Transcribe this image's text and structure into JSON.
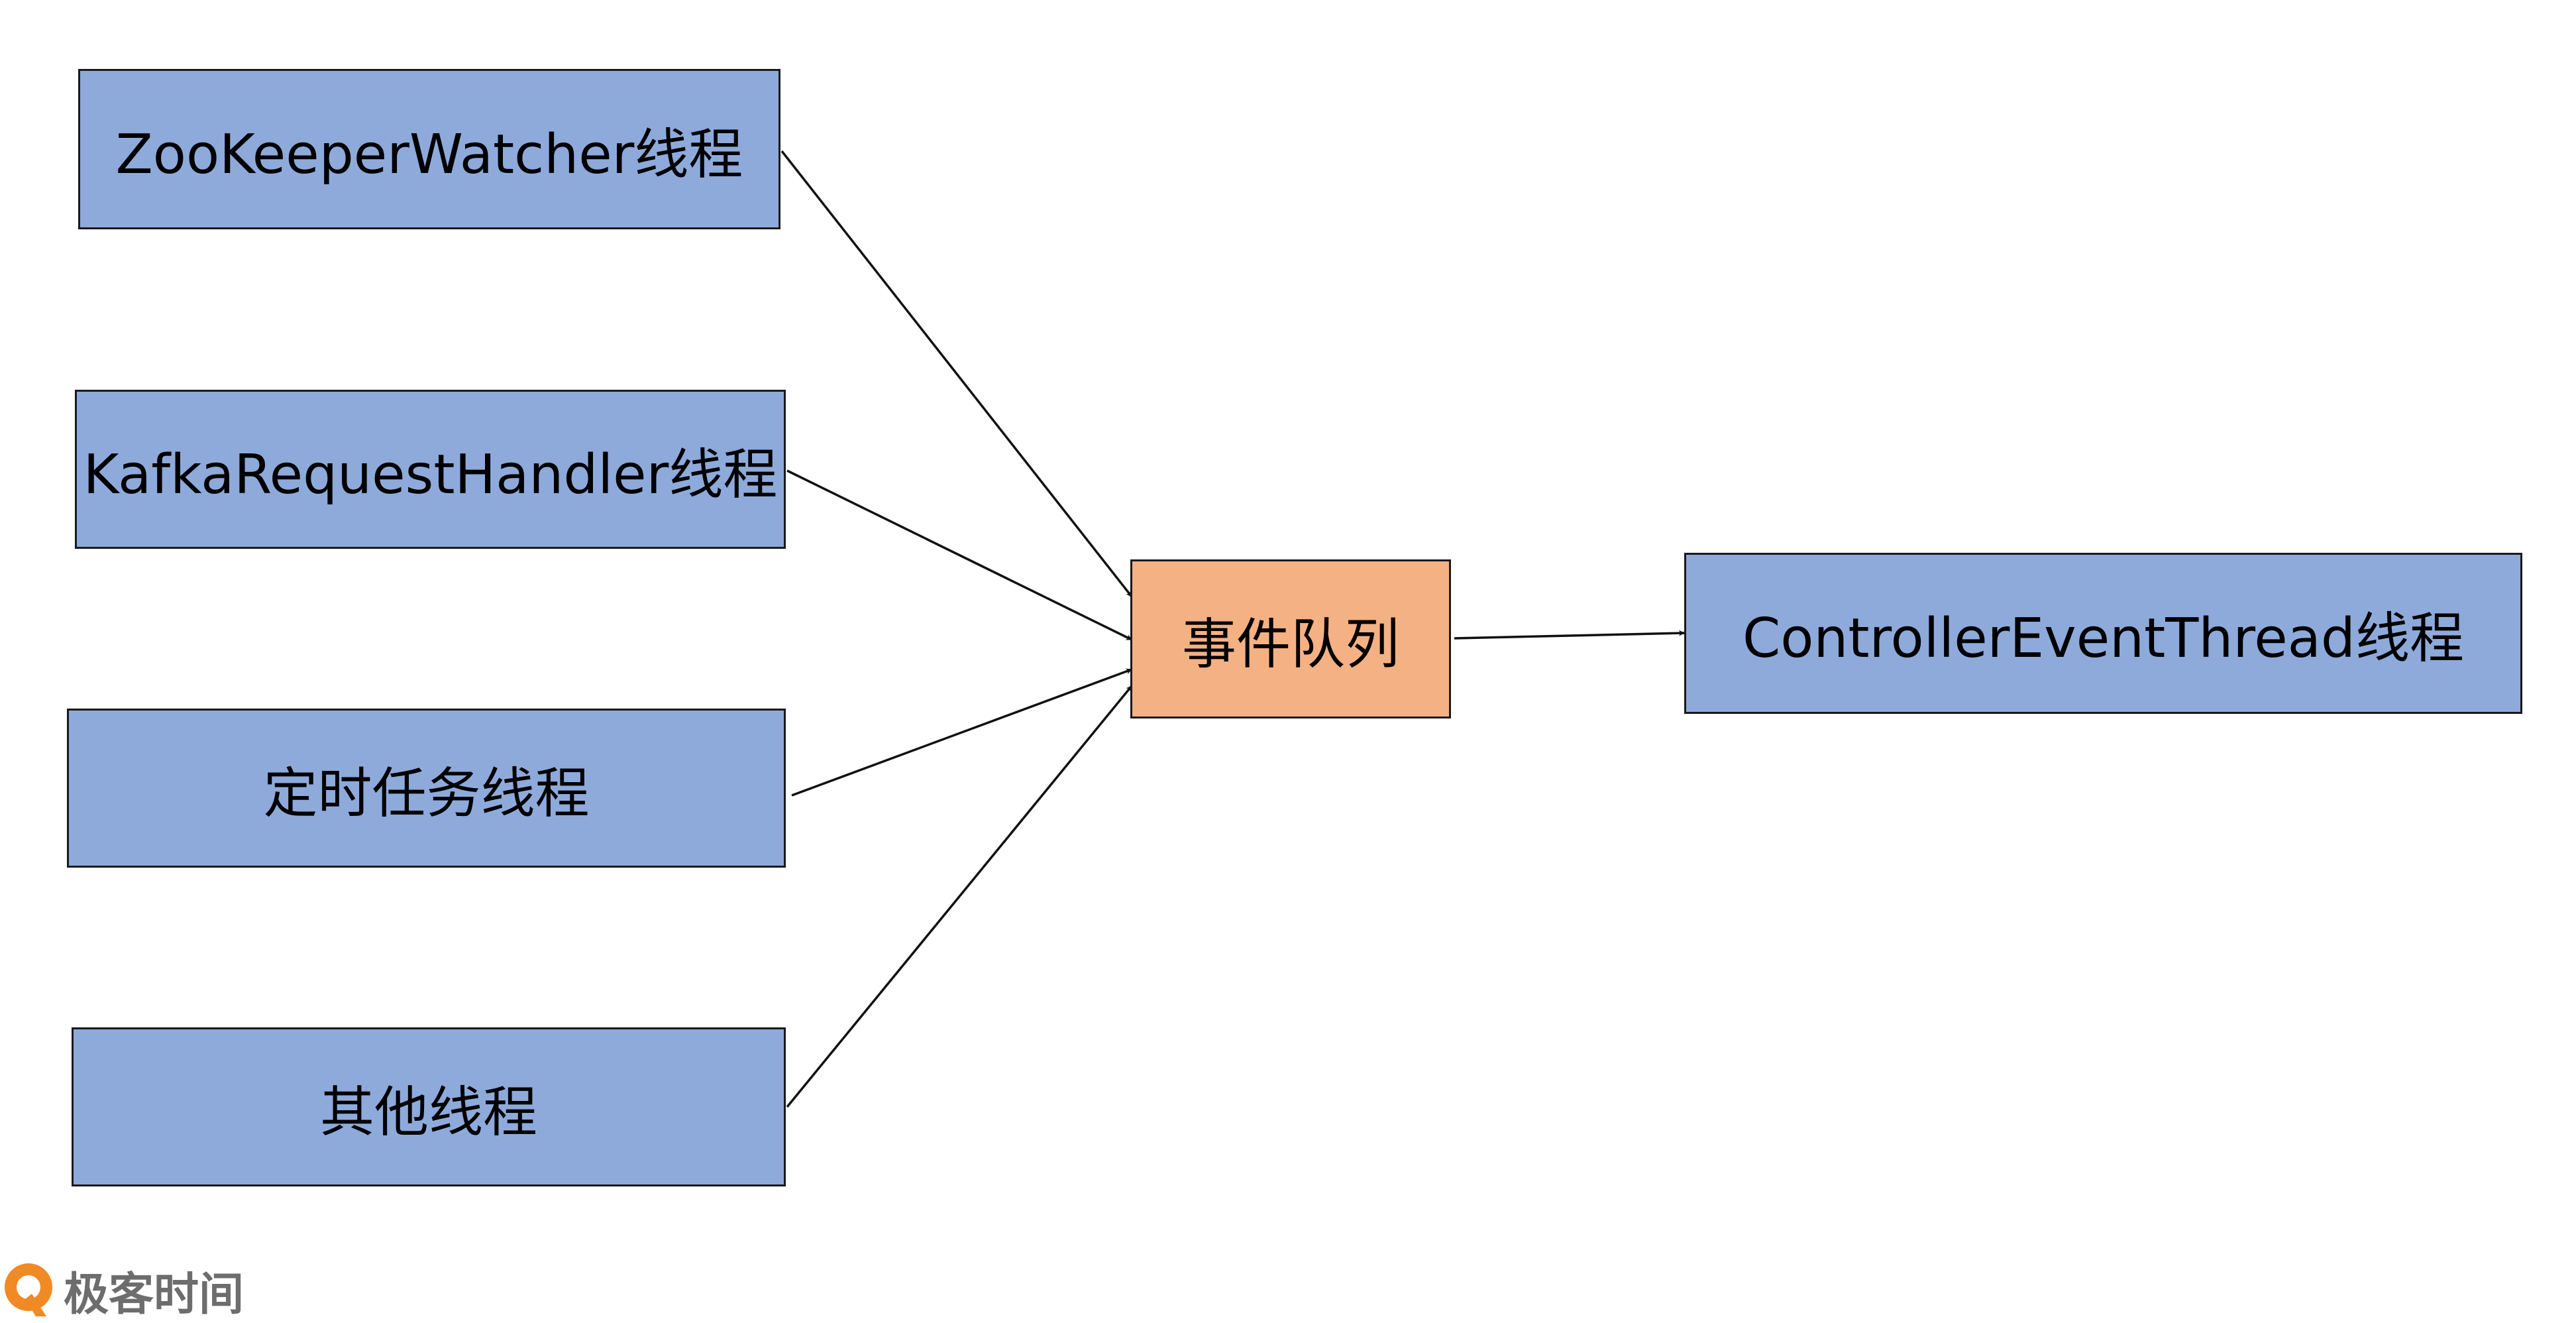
{
  "nodes": {
    "zk": "ZooKeeperWatcher线程",
    "kafka": "KafkaRequestHandler线程",
    "timer": "定时任务线程",
    "other": "其他线程",
    "queue": "事件队列",
    "controller": "ControllerEventThread线程"
  },
  "colors": {
    "producer_fill": "#8eaadb",
    "queue_fill": "#f4b183",
    "stroke": "#1a1a1a"
  },
  "edges": [
    {
      "from": "zk",
      "to": "queue"
    },
    {
      "from": "kafka",
      "to": "queue"
    },
    {
      "from": "timer",
      "to": "queue"
    },
    {
      "from": "other",
      "to": "queue"
    },
    {
      "from": "queue",
      "to": "controller"
    }
  ],
  "watermark": {
    "icon": "geektime-logo-icon",
    "text": "极客时间"
  }
}
